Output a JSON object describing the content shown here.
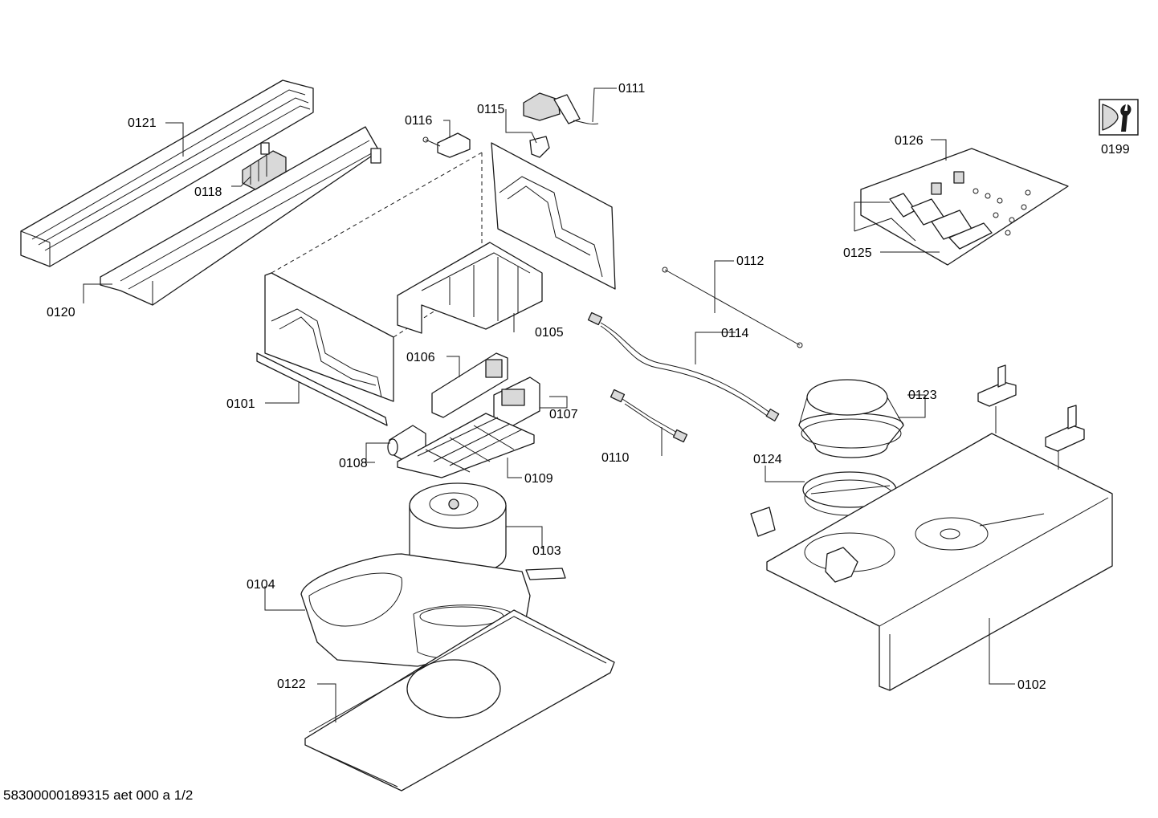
{
  "diagram": {
    "labels": {
      "p0101": "0101",
      "p0102": "0102",
      "p0103": "0103",
      "p0104": "0104",
      "p0105": "0105",
      "p0106": "0106",
      "p0107": "0107",
      "p0108": "0108",
      "p0109": "0109",
      "p0110": "0110",
      "p0111": "0111",
      "p0112": "0112",
      "p0114": "0114",
      "p0115": "0115",
      "p0116": "0116",
      "p0118": "0118",
      "p0120": "0120",
      "p0121": "0121",
      "p0122": "0122",
      "p0123": "0123",
      "p0124": "0124",
      "p0125": "0125",
      "p0126": "0126",
      "p0199": "0199"
    },
    "footer": "58300000189315 aet 000 a 1/2",
    "icons": {
      "service_tool": "wrench-icon"
    }
  }
}
